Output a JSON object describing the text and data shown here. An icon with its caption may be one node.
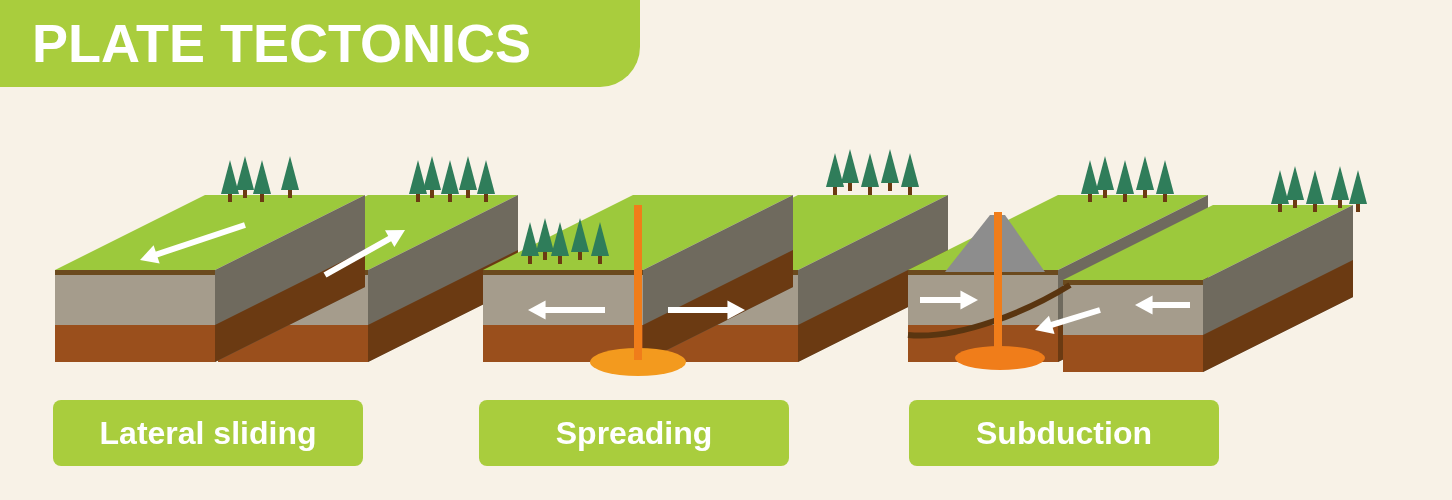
{
  "diagram": {
    "title": "PLATE TECTONICS",
    "nodes": [
      {
        "text": [
          "Lateral sliding"
        ]
      },
      {
        "text": [
          "Spreading"
        ]
      },
      {
        "text": [
          "Subduction"
        ]
      }
    ]
  }
}
